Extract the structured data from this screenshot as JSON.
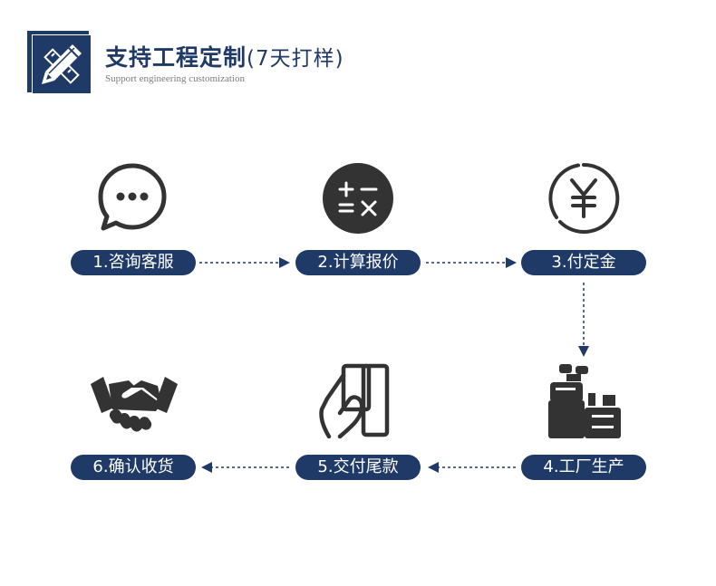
{
  "header": {
    "title": "支持工程定制",
    "title_suffix": "(7天打样)",
    "subtitle": "Support engineering customization",
    "logo_icon": "pencil-ruler-icon"
  },
  "steps": [
    {
      "label": "1.咨询客服",
      "icon": "chat-bubble-icon"
    },
    {
      "label": "2.计算报价",
      "icon": "calculator-icon"
    },
    {
      "label": "3.付定金",
      "icon": "yuan-coin-icon"
    },
    {
      "label": "4.工厂生产",
      "icon": "factory-icon"
    },
    {
      "label": "5.交付尾款",
      "icon": "card-payment-icon"
    },
    {
      "label": "6.确认收货",
      "icon": "handshake-icon"
    }
  ],
  "colors": {
    "primary": "#1f3a66",
    "icon": "#333333",
    "subtitle": "#7c7c7c"
  }
}
